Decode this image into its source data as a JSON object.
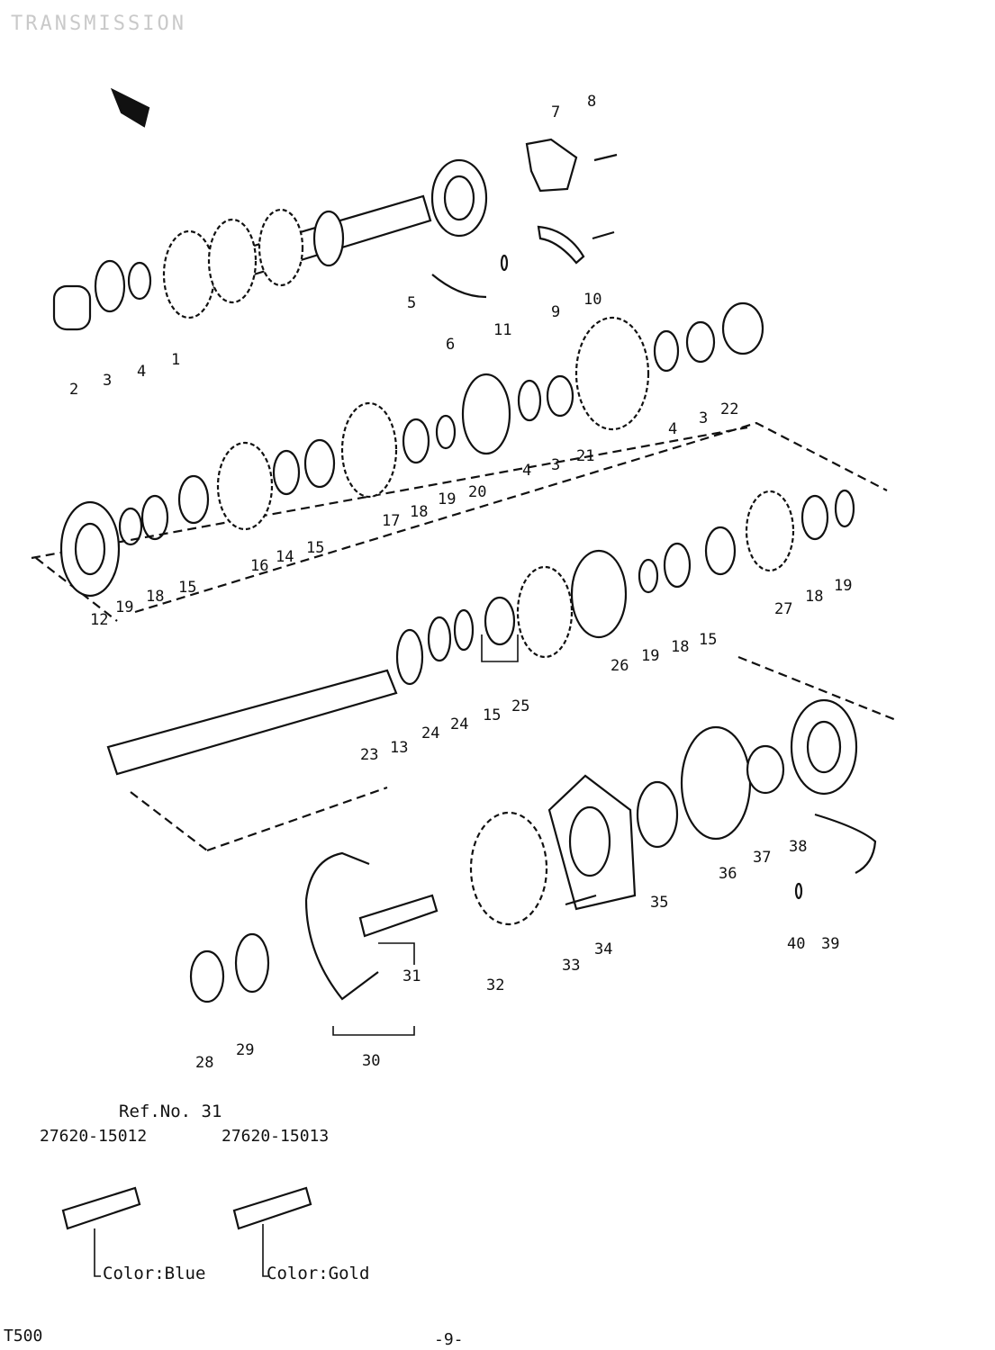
{
  "header": {
    "title": "TRANSMISSION"
  },
  "callouts": [
    "1",
    "2",
    "3",
    "4",
    "5",
    "6",
    "7",
    "8",
    "9",
    "10",
    "11",
    "12",
    "13",
    "14",
    "15",
    "16",
    "17",
    "18",
    "19",
    "20",
    "21",
    "22",
    "23",
    "24",
    "25",
    "26",
    "27",
    "28",
    "29",
    "30",
    "31",
    "32",
    "33",
    "34",
    "35",
    "36",
    "37",
    "38",
    "39",
    "40"
  ],
  "reference": {
    "title": "Ref.No. 31",
    "variants": [
      {
        "part_no": "27620-15012",
        "color": "Color:Blue"
      },
      {
        "part_no": "27620-15013",
        "color": "Color:Gold"
      }
    ]
  },
  "footer": {
    "model": "T500",
    "page": "-9-"
  }
}
